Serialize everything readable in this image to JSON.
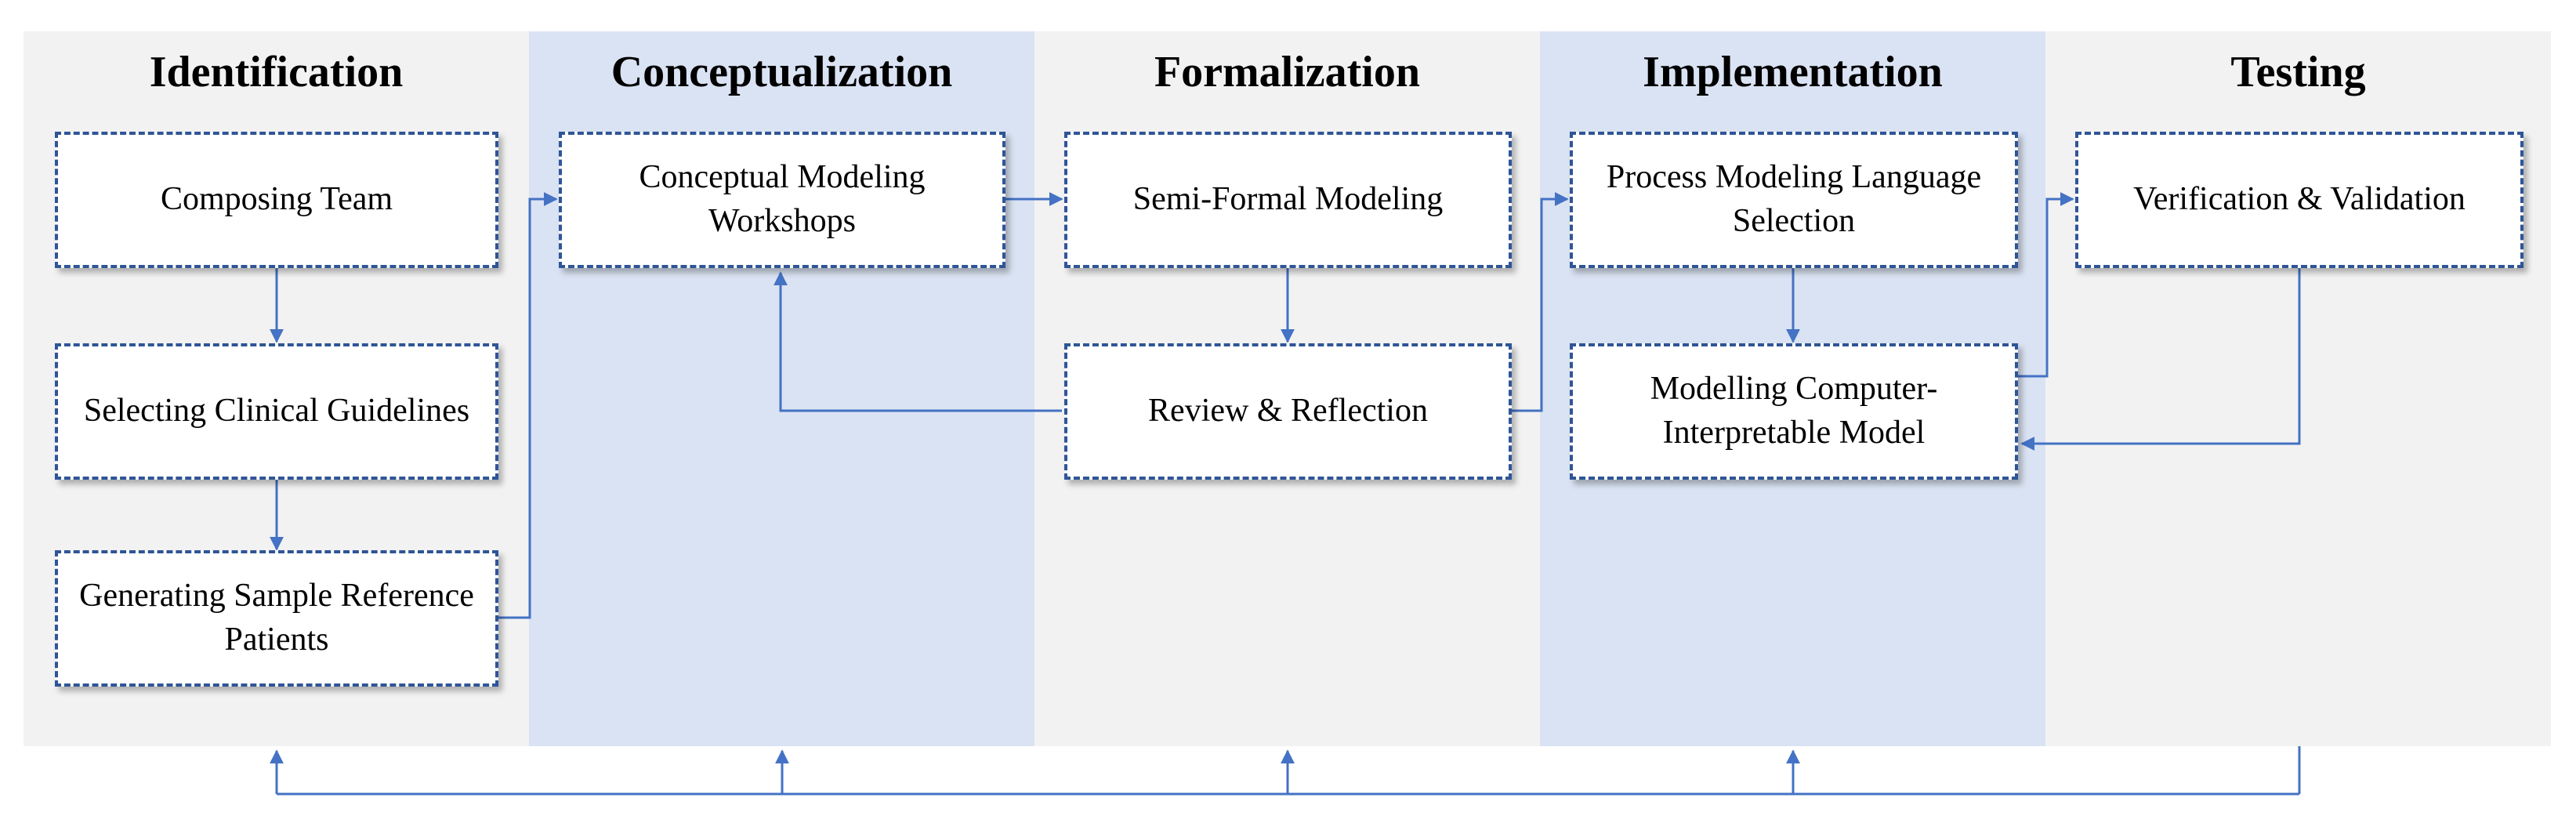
{
  "colors": {
    "grey_band": "#f2f2f2",
    "blue_band": "#dae3f3",
    "box_border": "#2f5597",
    "arrow": "#4472c4"
  },
  "columns": [
    {
      "title": "Identification"
    },
    {
      "title": "Conceptualization"
    },
    {
      "title": "Formalization"
    },
    {
      "title": "Implementation"
    },
    {
      "title": "Testing"
    }
  ],
  "boxes": {
    "composing_team": "Composing Team",
    "selecting_guidelines": "Selecting Clinical Guidelines",
    "generating_patients": "Generating Sample Reference Patients",
    "conceptual_workshops": "Conceptual Modeling Workshops",
    "semi_formal": "Semi-Formal Modeling",
    "review_reflection": "Review & Reflection",
    "language_selection": "Process Modeling Language Selection",
    "computer_model": "Modelling Computer-Interpretable Model",
    "verification": "Verification & Validation"
  }
}
